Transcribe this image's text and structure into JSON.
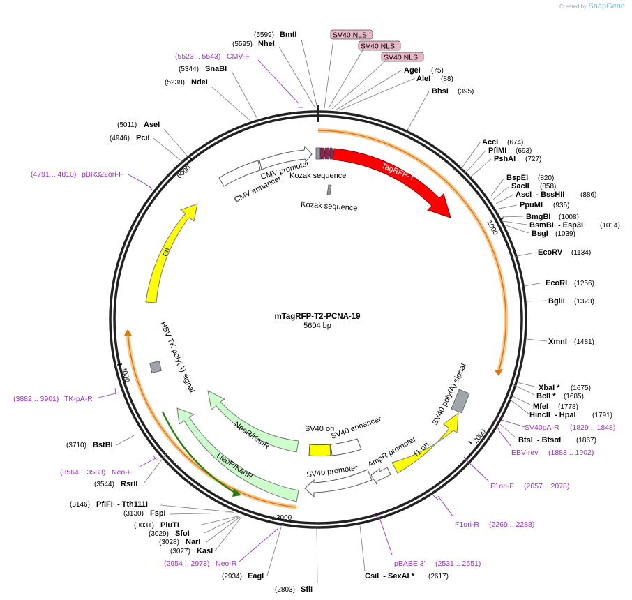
{
  "header": {
    "credit_prefix": "Created by",
    "credit_brand": "SnapGene"
  },
  "plasmid": {
    "name": "mTagRFP-T2-PCNA-19",
    "length_label": "5604 bp",
    "length": 5604
  },
  "ticks": [
    {
      "bp": 1000,
      "label": "1000"
    },
    {
      "bp": 2000,
      "label": "2000"
    },
    {
      "bp": 3000,
      "label": "3000"
    },
    {
      "bp": 4000,
      "label": "4000"
    },
    {
      "bp": 5000,
      "label": "5000"
    }
  ],
  "sites": [
    {
      "name": "BmtI",
      "pos": "(5599)"
    },
    {
      "name": "NheI",
      "pos": "(5595)"
    },
    {
      "name": "SnaBI",
      "pos": "(5344)"
    },
    {
      "name": "NdeI",
      "pos": "(5238)"
    },
    {
      "name": "AseI",
      "pos": "(5011)"
    },
    {
      "name": "PciI",
      "pos": "(4946)"
    },
    {
      "name": "AgeI",
      "pos": "(75)"
    },
    {
      "name": "AleI",
      "pos": "(88)"
    },
    {
      "name": "BbsI",
      "pos": "(395)"
    },
    {
      "name": "AccI",
      "pos": "(674)"
    },
    {
      "name": "PflMI",
      "pos": "(693)"
    },
    {
      "name": "PshAI",
      "pos": "(727)"
    },
    {
      "name": "BspEI",
      "pos": "(820)"
    },
    {
      "name": "SacII",
      "pos": "(858)"
    },
    {
      "name": "AscI  - BssHII",
      "pos": "(886)"
    },
    {
      "name": "PpuMI",
      "pos": "(936)"
    },
    {
      "name": "BmgBI",
      "pos": "(1008)"
    },
    {
      "name": "BsmBI  - Esp3I",
      "pos": "(1014)"
    },
    {
      "name": "BsgI",
      "pos": "(1039)"
    },
    {
      "name": "EcoRV",
      "pos": "(1134)"
    },
    {
      "name": "EcoRI",
      "pos": "(1256)"
    },
    {
      "name": "BglII",
      "pos": "(1323)"
    },
    {
      "name": "XmnI",
      "pos": "(1481)"
    },
    {
      "name": "XbaI *",
      "pos": "(1675)"
    },
    {
      "name": "BclI *",
      "pos": "(1685)"
    },
    {
      "name": "MfeI",
      "pos": "(1778)"
    },
    {
      "name": "HincII  - HpaI",
      "pos": "(1791)"
    },
    {
      "name": "BtsI  - BtsαI",
      "pos": "(1867)"
    },
    {
      "name": "CsiI  - SexAI *",
      "pos": "(2617)"
    },
    {
      "name": "SfiI",
      "pos": "(2803)"
    },
    {
      "name": "EagI",
      "pos": "(2934)"
    },
    {
      "name": "KasI",
      "pos": "(3027)"
    },
    {
      "name": "NarI",
      "pos": "(3028)"
    },
    {
      "name": "SfoI",
      "pos": "(3029)"
    },
    {
      "name": "PluTI",
      "pos": "(3031)"
    },
    {
      "name": "FspI",
      "pos": "(3130)"
    },
    {
      "name": "PflFI  - Tth111I",
      "pos": "(3146)"
    },
    {
      "name": "RsrII",
      "pos": "(3544)"
    },
    {
      "name": "BstBI",
      "pos": "(3710)"
    }
  ],
  "primers": [
    {
      "name": "CMV-F",
      "range": "(5523 .. 5543)"
    },
    {
      "name": "pBR322ori-F",
      "range": "(4791 .. 4810)"
    },
    {
      "name": "TK-pA-R",
      "range": "(3882 .. 3901)"
    },
    {
      "name": "Neo-F",
      "range": "(3564 .. 3583)"
    },
    {
      "name": "Neo-R",
      "range": "(2954 .. 2973)"
    },
    {
      "name": "pBABE 3'",
      "range": "(2531 .. 2551)"
    },
    {
      "name": "F1ori-R",
      "range": "(2269 .. 2288)"
    },
    {
      "name": "F1ori-F",
      "range": "(2057 .. 2078)"
    },
    {
      "name": "EBV-rev",
      "range": "(1883 .. 1902)"
    },
    {
      "name": "SV40pA-R",
      "range": "(1829 .. 1848)"
    }
  ],
  "nls_labels": [
    "SV40 NLS",
    "SV40 NLS",
    "SV40 NLS"
  ],
  "features": {
    "cmv_promoter": "CMV promoter",
    "cmv_enhancer": "CMV enhancer",
    "kozak_1": "Kozak sequence",
    "kozak_2": "Kozak sequence",
    "tagrfp": "TagRFP-T",
    "ori": "ori",
    "hsv_tk_polya": "HSV TK poly(A) signal",
    "neor_1": "NeoR/KanR",
    "neor_2": "NeoR/KanR",
    "sv40_ori": "SV40 ori",
    "sv40_enhancer": "SV40 enhancer",
    "sv40_promoter": "SV40 promoter",
    "ampr_promoter": "AmpR promoter",
    "f1_ori": "f1 ori",
    "sv40_polya": "SV40 poly(A) signal"
  },
  "colors": {
    "backbone": "#222222",
    "tagrfp": "#ff0000",
    "ori": "#ffff00",
    "neor": "#ccffcc",
    "neor_dark": "#2e7d12",
    "orf": "#f7a020",
    "primer": "#9b30c8",
    "nls": "#e8b8c8",
    "polya": "#a0a4ab"
  }
}
